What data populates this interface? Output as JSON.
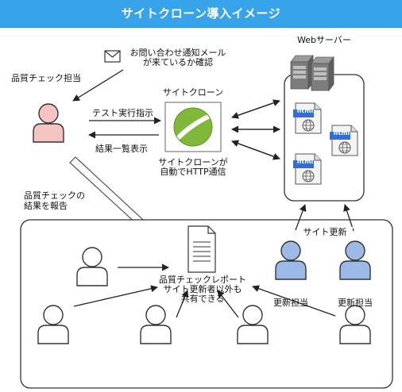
{
  "title": "サイトクローン導入イメージ",
  "notification": {
    "line1": "お問い合わせ通知メール",
    "line2": "が来ているか確認"
  },
  "qa_person": {
    "label": "品質チェック担当"
  },
  "web_server": {
    "label": "Webサーバー",
    "file_label": "html"
  },
  "site_clone": {
    "label": "サイトクローン",
    "auto_line1": "サイトクローンが",
    "auto_line2": "自動でHTTP通信"
  },
  "flows": {
    "test_instruction": "テスト実行指示",
    "result_display": "結果一覧表示"
  },
  "report_note": {
    "line1": "品質チェックの",
    "line2": "結果を報告"
  },
  "site_update": "サイト更新",
  "report_doc": {
    "line1": "品質チェックレポート",
    "line2": "サイト更新者以外も",
    "line3": "共有できる"
  },
  "updaters": [
    {
      "label": "更新担当"
    },
    {
      "label": "更新担当"
    }
  ],
  "colors": {
    "banner": "#37a3ea",
    "qa_person": "#f6c3c3",
    "updater_person": "#9db9e5",
    "clone_logo": "#7fb83a"
  }
}
